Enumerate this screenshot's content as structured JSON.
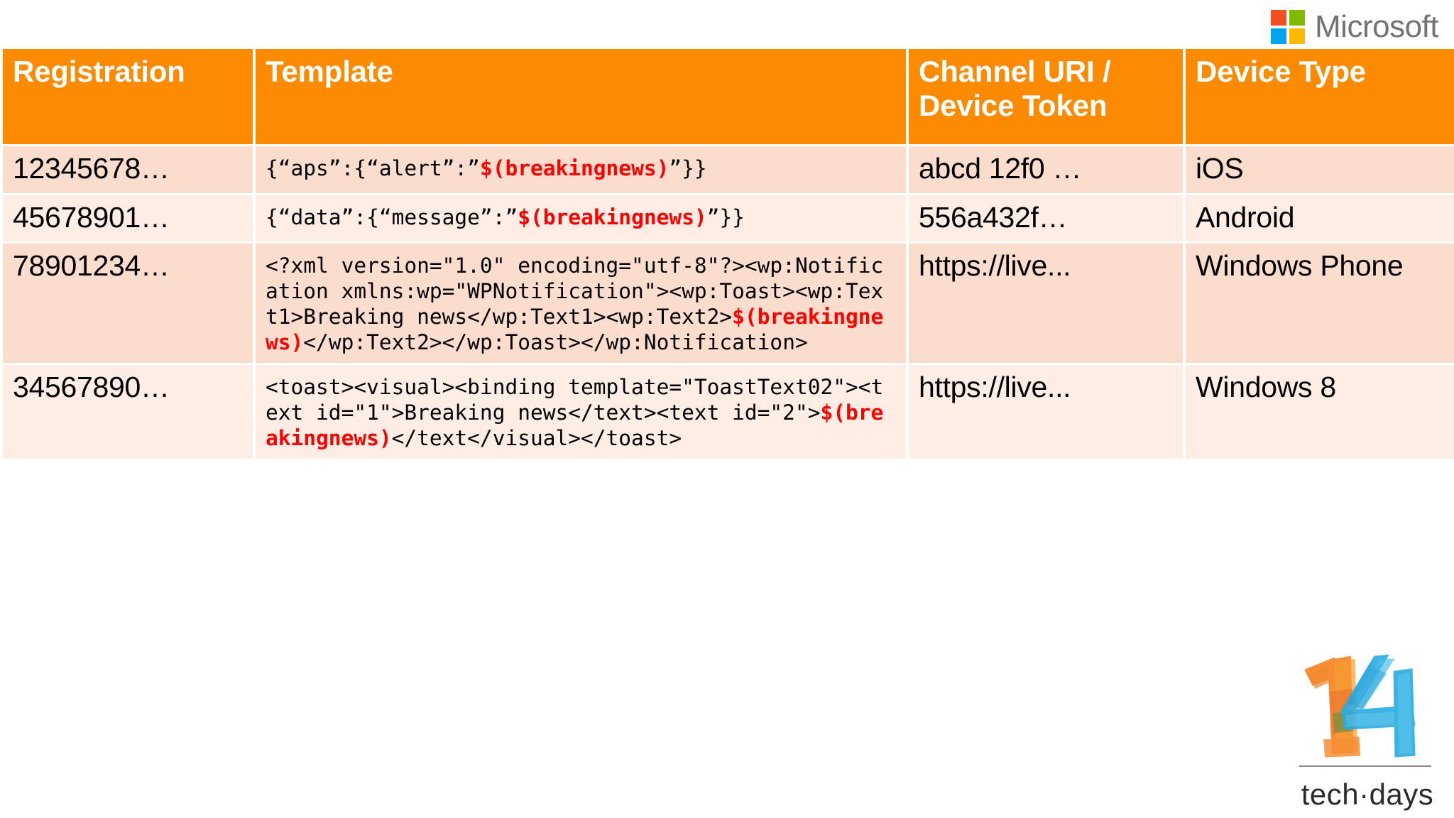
{
  "brand": {
    "microsoft": {
      "wordmark": "Microsoft",
      "squares": [
        {
          "name": "red",
          "color": "#F25022"
        },
        {
          "name": "green",
          "color": "#7FBA00"
        },
        {
          "name": "blue",
          "color": "#00A4EF"
        },
        {
          "name": "yellow",
          "color": "#FFB900"
        }
      ]
    },
    "techdays": {
      "number": "14",
      "wordmark": "tech·days",
      "number_colors": [
        "#F58220",
        "#29ABE2"
      ]
    }
  },
  "theme": {
    "header_bg": "#FC8A02",
    "header_fg": "#FFFFFF",
    "row_dark_bg": "#FBDDCE",
    "row_light_bg": "#FDEDE5",
    "token_color": "#FF0000",
    "page_bg": "#FFFFFF"
  },
  "table": {
    "columns": [
      {
        "key": "registration",
        "label": "Registration"
      },
      {
        "key": "template",
        "label": "Template"
      },
      {
        "key": "channel",
        "label": "Channel URI /\nDevice Token"
      },
      {
        "key": "device",
        "label": "Device Type"
      }
    ],
    "token": "$(breakingnews)",
    "rows": [
      {
        "registration": "12345678…",
        "template_parts": [
          {
            "text": "{“aps”:{“alert”:”",
            "token": false
          },
          {
            "text": "$(breakingnews)",
            "token": true
          },
          {
            "text": "”}}",
            "token": false
          }
        ],
        "template_plain": "{“aps”:{“alert”:”$(breakingnews)”}}",
        "channel": "abcd 12f0 …",
        "device": "iOS",
        "shade": "dark"
      },
      {
        "registration": "45678901…",
        "template_parts": [
          {
            "text": "{“data”:{“message”:”",
            "token": false
          },
          {
            "text": "$(breakingnews)",
            "token": true
          },
          {
            "text": "”}}",
            "token": false
          }
        ],
        "template_plain": "{“data”:{“message”:”$(breakingnews)”}}",
        "channel": "556a432f…",
        "device": "Android",
        "shade": "light"
      },
      {
        "registration": "78901234…",
        "template_parts": [
          {
            "text": "<?xml version=\"1.0\" encoding=\"utf-8\"?><wp:Notification xmlns:wp=\"WPNotification\"><wp:Toast><wp:Text1>Breaking news</wp:Text1><wp:Text2>",
            "token": false
          },
          {
            "text": "$(breakingnews)",
            "token": true
          },
          {
            "text": "</wp:Text2></wp:Toast></wp:Notification>",
            "token": false
          }
        ],
        "template_plain": "<?xml version=\"1.0\" encoding=\"utf-8\"?><wp:Notification xmlns:wp=\"WPNotification\"><wp:Toast><wp:Text1>Breaking news</wp:Text1><wp:Text2>$(breakingnews)</wp:Text2></wp:Toast></wp:Notification>",
        "channel": "https://live...",
        "device": "Windows Phone",
        "shade": "dark"
      },
      {
        "registration": "34567890…",
        "template_parts": [
          {
            "text": "<toast><visual><binding template=\"ToastText02\"><text id=\"1\">Breaking news</text><text id=\"2\">",
            "token": false
          },
          {
            "text": "$(breakingnews)",
            "token": true
          },
          {
            "text": "</text</visual></toast>",
            "token": false
          }
        ],
        "template_plain": "<toast><visual><binding template=\"ToastText02\"><text id=\"1\">Breaking news</text><text id=\"2\">$(breakingnews)</text</visual></toast>",
        "channel": "https://live...",
        "device": "Windows 8",
        "shade": "light"
      }
    ]
  }
}
